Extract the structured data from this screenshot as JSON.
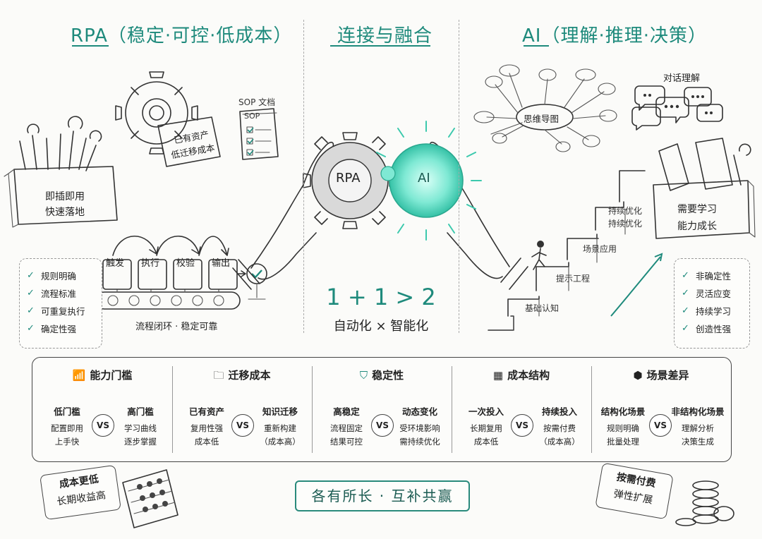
{
  "headers": {
    "rpa": "RPA（稳定·可控·低成本）",
    "connect": "连接与融合",
    "ai": "AI（理解·推理·决策）"
  },
  "rpa": {
    "toolbox_line1": "即插即用",
    "toolbox_line2": "快速落地",
    "gear_line1": "已有资产",
    "gear_line2": "低迁移成本",
    "sop_title": "SOP 文档",
    "sop_sheet": "SOP",
    "steps": [
      "触发",
      "执行",
      "校验",
      "输出"
    ],
    "flow_caption": "流程闭环 · 稳定可靠",
    "checks": [
      "规则明确",
      "流程标准",
      "可重复执行",
      "确定性强"
    ]
  },
  "center": {
    "puzzle_left": "RPA",
    "puzzle_right": "AI",
    "equation": "1 + 1 > 2",
    "subtitle": "自动化 × 智能化"
  },
  "ai": {
    "mindmap": "思维导图",
    "dialog": "对话理解",
    "box_line1": "需要学习",
    "box_line2": "能力成长",
    "stairs": [
      "基础认知",
      "提示工程",
      "场景应用",
      "持续优化"
    ],
    "stair_top2": "持续优化",
    "checks": [
      "非确定性",
      "灵活应变",
      "持续学习",
      "创造性强"
    ]
  },
  "compare": [
    {
      "title": "能力门槛",
      "icon": "bar-chart-icon",
      "left": {
        "t": "低门槛",
        "s": [
          "配置即用",
          "上手快"
        ]
      },
      "right": {
        "t": "高门槛",
        "s": [
          "学习曲线",
          "逐步掌握"
        ]
      }
    },
    {
      "title": "迁移成本",
      "icon": "folder-icon",
      "left": {
        "t": "已有资产",
        "s": [
          "复用性强",
          "成本低"
        ]
      },
      "right": {
        "t": "知识迁移",
        "s": [
          "重新构建",
          "（成本高）"
        ]
      }
    },
    {
      "title": "稳定性",
      "icon": "shield-icon",
      "left": {
        "t": "高稳定",
        "s": [
          "流程固定",
          "结果可控"
        ]
      },
      "right": {
        "t": "动态变化",
        "s": [
          "受环境影响",
          "需持续优化"
        ]
      }
    },
    {
      "title": "成本结构",
      "icon": "calculator-icon",
      "left": {
        "t": "一次投入",
        "s": [
          "长期复用",
          "成本低"
        ]
      },
      "right": {
        "t": "持续投入",
        "s": [
          "按需付费",
          "（成本高）"
        ]
      }
    },
    {
      "title": "场景差异",
      "icon": "cube-icon",
      "left": {
        "t": "结构化场景",
        "s": [
          "规则明确",
          "批量处理"
        ]
      },
      "right": {
        "t": "非结构化场景",
        "s": [
          "理解分析",
          "决策生成"
        ]
      }
    }
  ],
  "vs_label": "VS",
  "bottom": {
    "left_tag_line1": "成本更低",
    "left_tag_line2": "长期收益高",
    "motto": "各有所长 · 互补共赢",
    "right_tag_line1": "按需付费",
    "right_tag_line2": "弹性扩展"
  },
  "colors": {
    "accent": "#1e8a7c",
    "glow": "#5fe0c8"
  }
}
